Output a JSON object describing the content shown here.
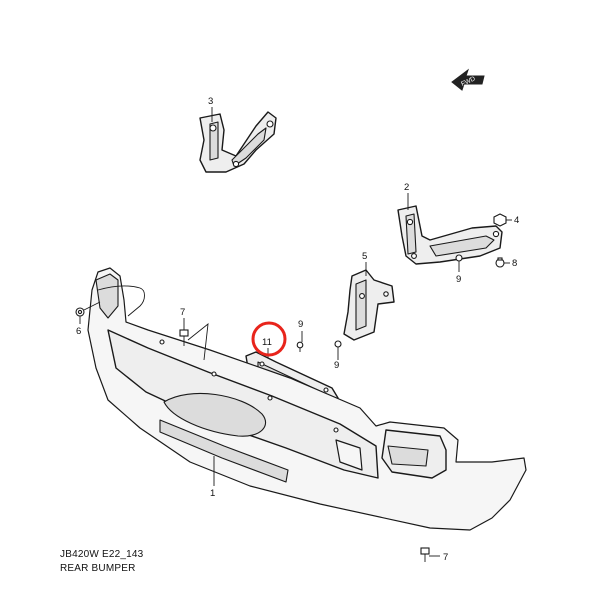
{
  "diagram": {
    "callouts": {
      "c1": "1",
      "c2": "2",
      "c3": "3",
      "c4": "4",
      "c5": "5",
      "c6": "6",
      "c7a": "7",
      "c7b": "7",
      "c8": "8",
      "c9a": "9",
      "c9b": "9",
      "c9c": "9",
      "c11": "11"
    },
    "fwd_label": "FWD",
    "highlight_part": "11",
    "highlight_color": "#e8241b"
  },
  "caption": {
    "code": "JB420W E22_143",
    "title": "REAR BUMPER"
  }
}
